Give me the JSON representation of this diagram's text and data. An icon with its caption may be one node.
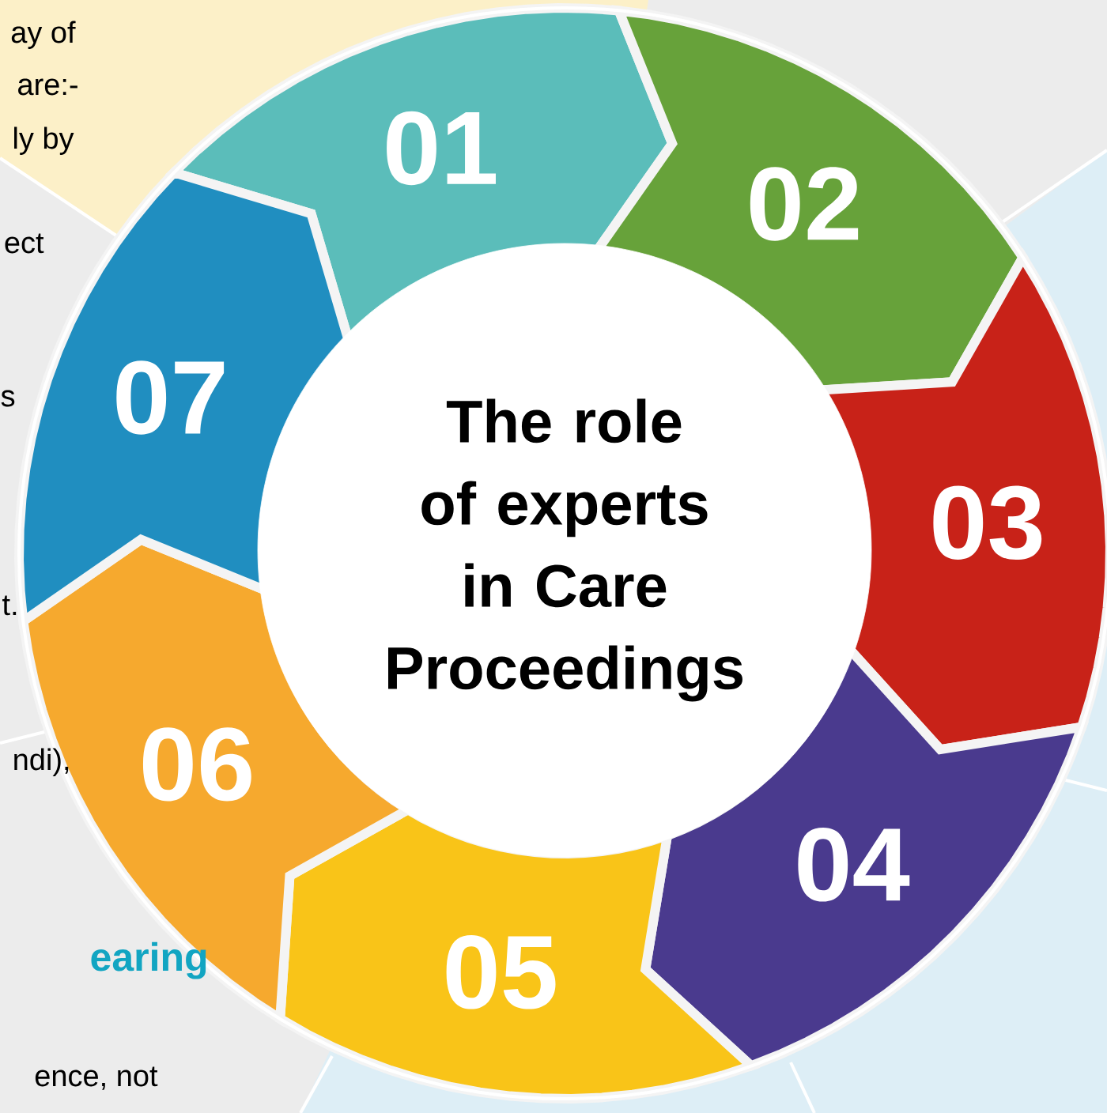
{
  "diagram": {
    "nodes": [
      {
        "text": [
          "The role of experts in Care Proceedings"
        ]
      },
      {
        "text": [
          "01"
        ]
      },
      {
        "text": [
          "02"
        ]
      },
      {
        "text": [
          "03"
        ]
      },
      {
        "text": [
          "04"
        ]
      },
      {
        "text": [
          "05"
        ]
      },
      {
        "text": [
          "06"
        ]
      },
      {
        "text": [
          "07"
        ]
      }
    ],
    "labels": [
      "ay of",
      "are:-",
      "ly by",
      "ect",
      "s",
      "t.",
      "ndi),",
      "earing",
      "ence, not"
    ]
  }
}
